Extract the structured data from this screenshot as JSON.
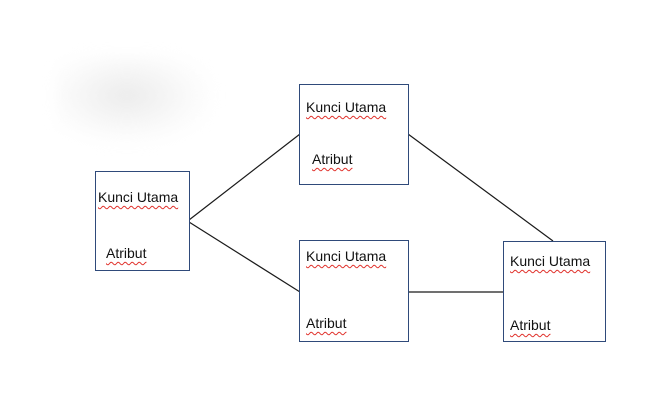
{
  "entities": [
    {
      "id": "left",
      "key": "Kunci Utama",
      "attr": "Atribut"
    },
    {
      "id": "top-middle",
      "key": "Kunci Utama",
      "attr": "Atribut"
    },
    {
      "id": "bottom-middle",
      "key": "Kunci Utama",
      "attr": "Atribut"
    },
    {
      "id": "right",
      "key": "Kunci Utama",
      "attr": "Atribut"
    }
  ],
  "colors": {
    "border": "#2f4a7a",
    "connector": "#1a1a1a",
    "spellcheck": "#e0302a"
  }
}
